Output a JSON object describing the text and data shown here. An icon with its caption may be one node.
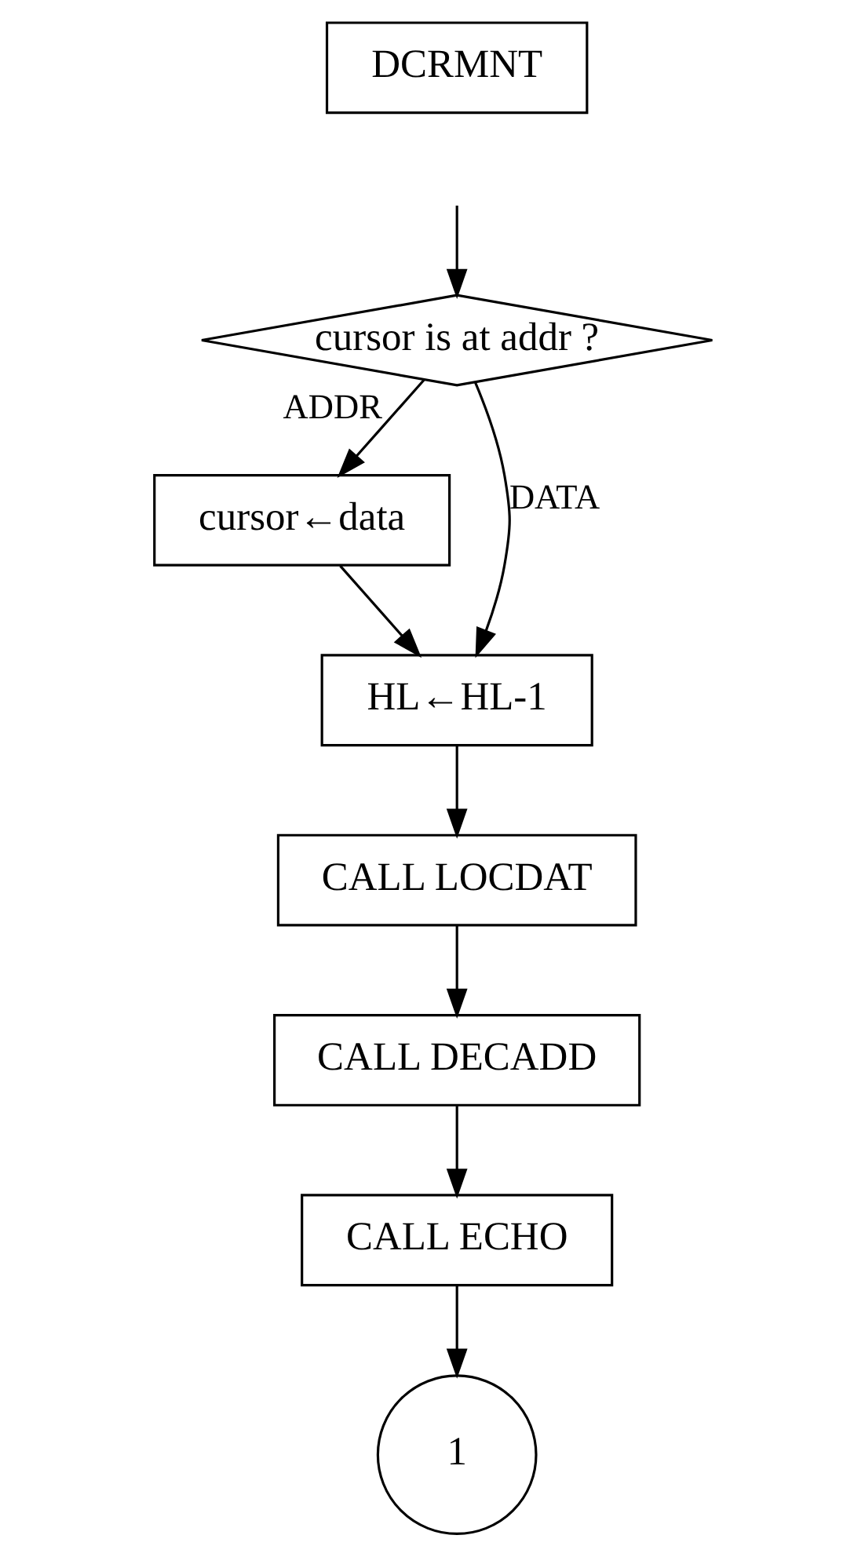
{
  "diagram": {
    "nodes": [
      {
        "text": [
          "DCRMNT"
        ]
      },
      {
        "text": [
          "cursor is at addr ?"
        ]
      },
      {
        "text": [
          "cursor←data"
        ]
      },
      {
        "text": [
          "HL←HL-1"
        ]
      },
      {
        "text": [
          "CALL LOCDAT"
        ]
      },
      {
        "text": [
          "CALL DECADD"
        ]
      },
      {
        "text": [
          "CALL ECHO"
        ]
      },
      {
        "text": [
          "1"
        ]
      }
    ],
    "edges": [
      {
        "from": null,
        "to": 1,
        "arrow": "to"
      },
      {
        "from": 1,
        "to": 2,
        "arrow": "to",
        "label": "ADDR"
      },
      {
        "from": 1,
        "to": 3,
        "arrow": "to",
        "label": "DATA"
      },
      {
        "from": 2,
        "to": 3,
        "arrow": "to"
      },
      {
        "from": 3,
        "to": 4,
        "arrow": "to"
      },
      {
        "from": 4,
        "to": 5,
        "arrow": "to"
      },
      {
        "from": 5,
        "to": 6,
        "arrow": "to"
      },
      {
        "from": 6,
        "to": 7,
        "arrow": "to"
      }
    ]
  }
}
